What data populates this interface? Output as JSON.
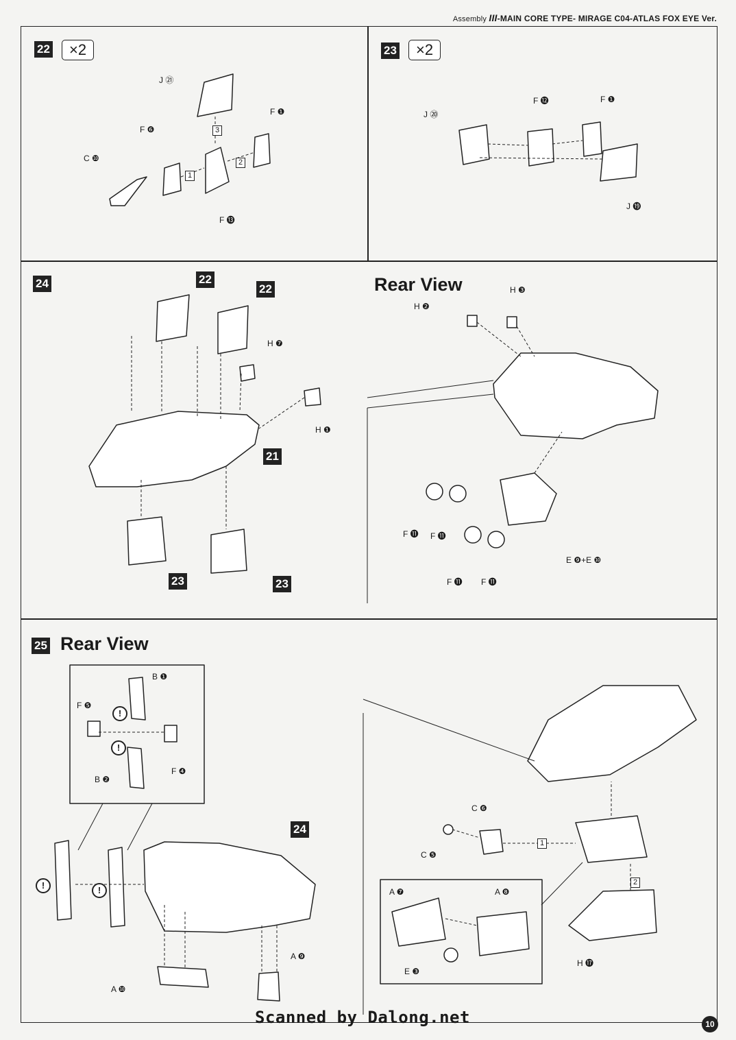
{
  "header": {
    "prefix": "Assembly",
    "roman": "III",
    "title": "-MAIN CORE TYPE- MIRAGE C04-ATLAS FOX EYE Ver."
  },
  "step22": {
    "number": "22",
    "multiplier": "×2",
    "parts": [
      "J ㉑",
      "F ❻",
      "F ❶",
      "C ❿",
      "F ⓭"
    ],
    "sequence": [
      "3",
      "2",
      "1"
    ]
  },
  "step23": {
    "number": "23",
    "multiplier": "×2",
    "parts": [
      "J ⑳",
      "F ⓬",
      "F ❶",
      "J ⓳"
    ]
  },
  "step24": {
    "number": "24",
    "refs": [
      "22",
      "22",
      "21",
      "23",
      "23"
    ],
    "parts": [
      "H ❼",
      "H ❶"
    ]
  },
  "rear_view_1": {
    "heading": "Rear View",
    "parts": [
      "H ❷",
      "H ❸",
      "F ⓫",
      "F ⓫",
      "F ⓫",
      "F ⓫",
      "E ❾+E ❿"
    ]
  },
  "step25": {
    "number": "25",
    "heading": "Rear View",
    "inset_parts": [
      "B ❶",
      "F ❺",
      "F ❹",
      "B ❷"
    ],
    "refs": [
      "24"
    ],
    "parts": [
      "A ❿",
      "A ❾"
    ],
    "caution": "!"
  },
  "step25_right": {
    "parts": [
      "C ❻",
      "C ❺",
      "A ❼",
      "A ❽",
      "E ❸",
      "H ⓱"
    ],
    "sequence": [
      "1",
      "2"
    ]
  },
  "footer": {
    "scan_credit": "Scanned by Dalong.net",
    "page_number": "10"
  }
}
